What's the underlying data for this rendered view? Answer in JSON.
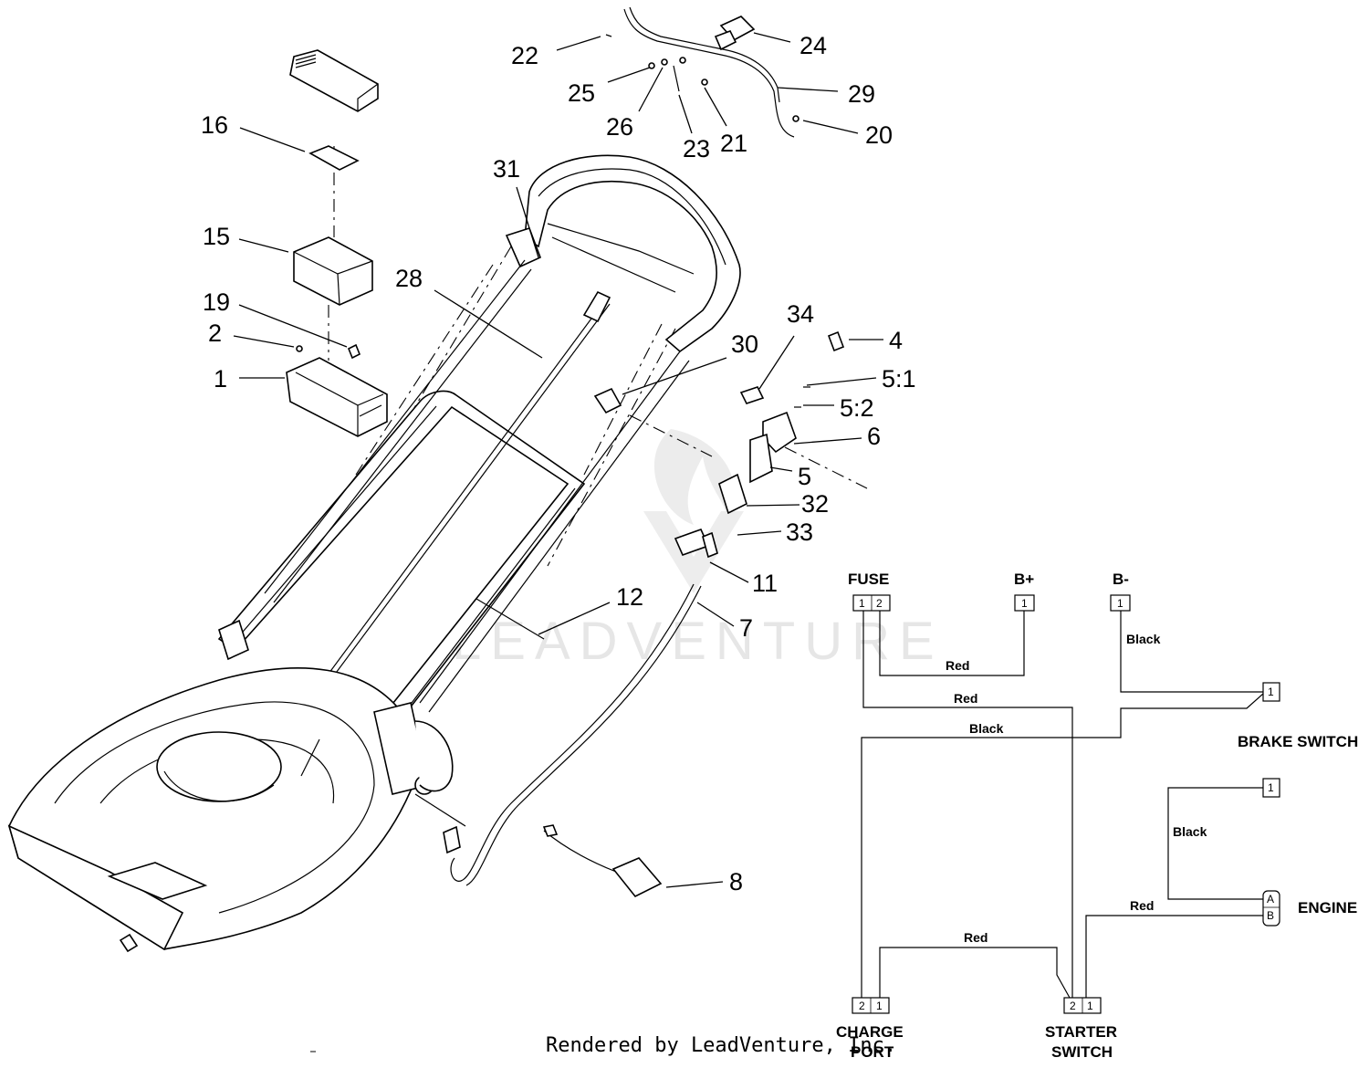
{
  "diagram": {
    "watermark": "LEADVENTURE",
    "credit": "Rendered by LeadVenture, Inc.",
    "callouts": [
      {
        "id": "c1",
        "label": "1"
      },
      {
        "id": "c2",
        "label": "2"
      },
      {
        "id": "c4",
        "label": "4"
      },
      {
        "id": "c5",
        "label": "5"
      },
      {
        "id": "c5_1",
        "label": "5:1"
      },
      {
        "id": "c5_2",
        "label": "5:2"
      },
      {
        "id": "c6",
        "label": "6"
      },
      {
        "id": "c7",
        "label": "7"
      },
      {
        "id": "c8",
        "label": "8"
      },
      {
        "id": "c11",
        "label": "11"
      },
      {
        "id": "c12",
        "label": "12"
      },
      {
        "id": "c15",
        "label": "15"
      },
      {
        "id": "c16",
        "label": "16"
      },
      {
        "id": "c19",
        "label": "19"
      },
      {
        "id": "c20",
        "label": "20"
      },
      {
        "id": "c21",
        "label": "21"
      },
      {
        "id": "c22",
        "label": "22"
      },
      {
        "id": "c23",
        "label": "23"
      },
      {
        "id": "c24",
        "label": "24"
      },
      {
        "id": "c25",
        "label": "25"
      },
      {
        "id": "c26",
        "label": "26"
      },
      {
        "id": "c28",
        "label": "28"
      },
      {
        "id": "c29",
        "label": "29"
      },
      {
        "id": "c30",
        "label": "30"
      },
      {
        "id": "c31",
        "label": "31"
      },
      {
        "id": "c32",
        "label": "32"
      },
      {
        "id": "c33",
        "label": "33"
      },
      {
        "id": "c34",
        "label": "34"
      }
    ],
    "schematic": {
      "components": {
        "fuse": "FUSE",
        "bplus": "B+",
        "bminus": "B-",
        "brake_switch": "BRAKE SWITCH",
        "engine": "ENGINE",
        "charge_port_1": "CHARGE",
        "charge_port_2": "PORT",
        "starter_switch_1": "STARTER",
        "starter_switch_2": "SWITCH"
      },
      "pins": {
        "fuse_1": "1",
        "fuse_2": "2",
        "bplus_1": "1",
        "bminus_1": "1",
        "brake_1": "1",
        "engine_top_1": "1",
        "engine_a": "A",
        "engine_b": "B",
        "charge_2": "2",
        "charge_1": "1",
        "starter_2": "2",
        "starter_1": "1"
      },
      "wire_labels": {
        "w_red_fuse_bplus": "Red",
        "w_red_fuse_starter": "Red",
        "w_black_bminus": "Black",
        "w_black_charge": "Black",
        "w_black_engine": "Black",
        "w_red_engine": "Red",
        "w_red_charge_starter": "Red"
      }
    }
  }
}
